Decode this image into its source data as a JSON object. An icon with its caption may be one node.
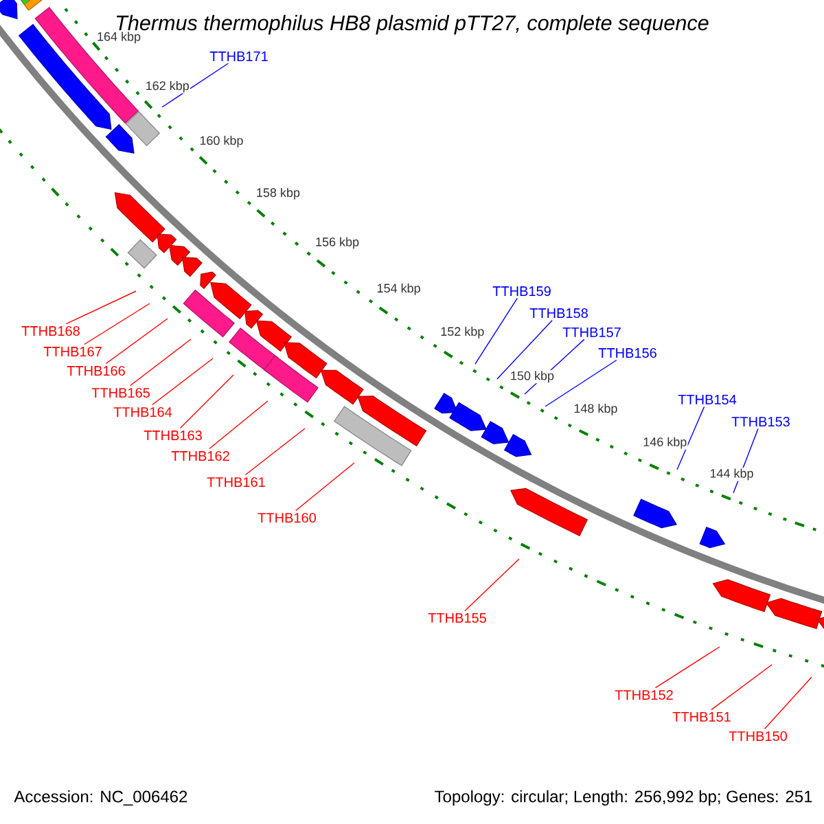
{
  "diagram": {
    "title": "Thermus thermophilus HB8 plasmid pTT27, complete sequence",
    "nodes": [
      {
        "text": [
          "TTHB171"
        ]
      },
      {
        "text": [
          "TTHB168"
        ]
      },
      {
        "text": [
          "TTHB167"
        ]
      },
      {
        "text": [
          "TTHB166"
        ]
      },
      {
        "text": [
          "TTHB165"
        ]
      },
      {
        "text": [
          "TTHB164"
        ]
      },
      {
        "text": [
          "TTHB163"
        ]
      },
      {
        "text": [
          "TTHB162"
        ]
      },
      {
        "text": [
          "TTHB161"
        ]
      },
      {
        "text": [
          "TTHB160"
        ]
      },
      {
        "text": [
          "TTHB159"
        ]
      },
      {
        "text": [
          "TTHB158"
        ]
      },
      {
        "text": [
          "TTHB157"
        ]
      },
      {
        "text": [
          "TTHB156"
        ]
      },
      {
        "text": [
          "TTHB155"
        ]
      },
      {
        "text": [
          "TTHB154"
        ]
      },
      {
        "text": [
          "TTHB153"
        ]
      },
      {
        "text": [
          "TTHB152"
        ]
      },
      {
        "text": [
          "TTHB151"
        ]
      },
      {
        "text": [
          "TTHB150"
        ]
      }
    ],
    "edges": [
      {
        "from": 0,
        "to": null,
        "arrow": "none",
        "color": "#0000ff"
      },
      {
        "from": 1,
        "to": null,
        "arrow": "none"
      },
      {
        "from": 2,
        "to": null,
        "arrow": "none"
      },
      {
        "from": 3,
        "to": null,
        "arrow": "none"
      },
      {
        "from": 4,
        "to": null,
        "arrow": "none"
      },
      {
        "from": 5,
        "to": null,
        "arrow": "none"
      },
      {
        "from": 6,
        "to": null,
        "arrow": "none"
      },
      {
        "from": 7,
        "to": null,
        "arrow": "none"
      },
      {
        "from": 8,
        "to": null,
        "arrow": "none"
      },
      {
        "from": 9,
        "to": null,
        "arrow": "none"
      },
      {
        "from": 10,
        "to": null,
        "arrow": "none",
        "color": "#0000ff"
      },
      {
        "from": 11,
        "to": null,
        "arrow": "none",
        "color": "#0000ff"
      },
      {
        "from": 12,
        "to": null,
        "arrow": "none",
        "color": "#0000ff"
      },
      {
        "from": 13,
        "to": null,
        "arrow": "none",
        "color": "#0000ff"
      },
      {
        "from": 14,
        "to": null,
        "arrow": "none"
      },
      {
        "from": 15,
        "to": null,
        "arrow": "none",
        "color": "#0000ff"
      },
      {
        "from": 16,
        "to": null,
        "arrow": "none",
        "color": "#0000ff"
      },
      {
        "from": 17,
        "to": null,
        "arrow": "none"
      },
      {
        "from": 18,
        "to": null,
        "arrow": "none"
      },
      {
        "from": 19,
        "to": null,
        "arrow": "none"
      }
    ],
    "labels": [
      "164 kbp",
      "162 kbp",
      "160 kbp",
      "158 kbp",
      "156 kbp",
      "154 kbp",
      "152 kbp",
      "150 kbp",
      "148 kbp",
      "146 kbp",
      "144 kbp",
      "Accession: NC_006462",
      "Topology: circular; Length: 256,992 bp; Genes: 251"
    ]
  }
}
